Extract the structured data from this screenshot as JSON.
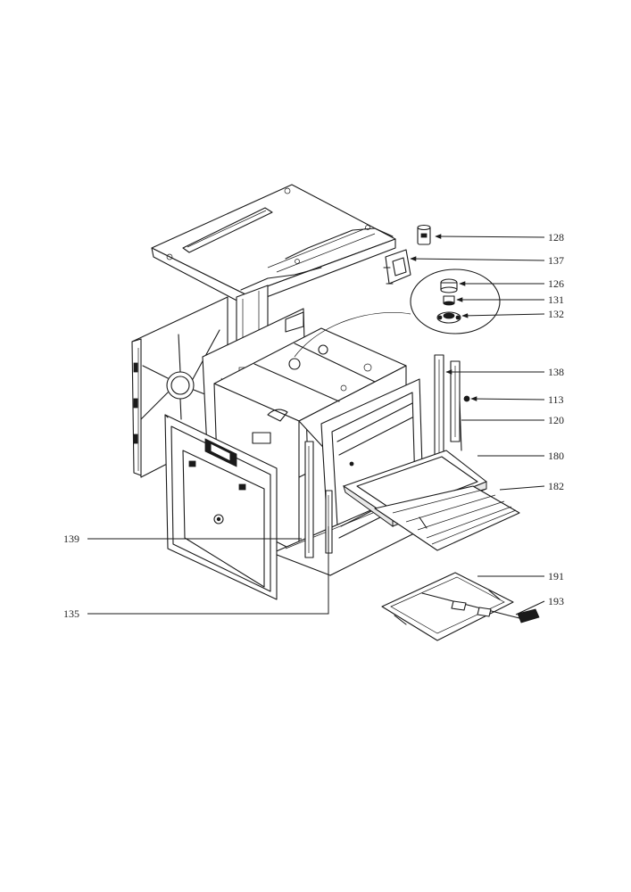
{
  "callouts": [
    {
      "id": "128",
      "label": "128"
    },
    {
      "id": "137",
      "label": "137"
    },
    {
      "id": "126",
      "label": "126"
    },
    {
      "id": "131",
      "label": "131"
    },
    {
      "id": "132",
      "label": "132"
    },
    {
      "id": "138",
      "label": "138"
    },
    {
      "id": "113",
      "label": "113"
    },
    {
      "id": "120",
      "label": "120"
    },
    {
      "id": "180",
      "label": "180"
    },
    {
      "id": "182",
      "label": "182"
    },
    {
      "id": "139",
      "label": "139"
    },
    {
      "id": "191",
      "label": "191"
    },
    {
      "id": "193",
      "label": "193"
    },
    {
      "id": "135",
      "label": "135"
    }
  ]
}
